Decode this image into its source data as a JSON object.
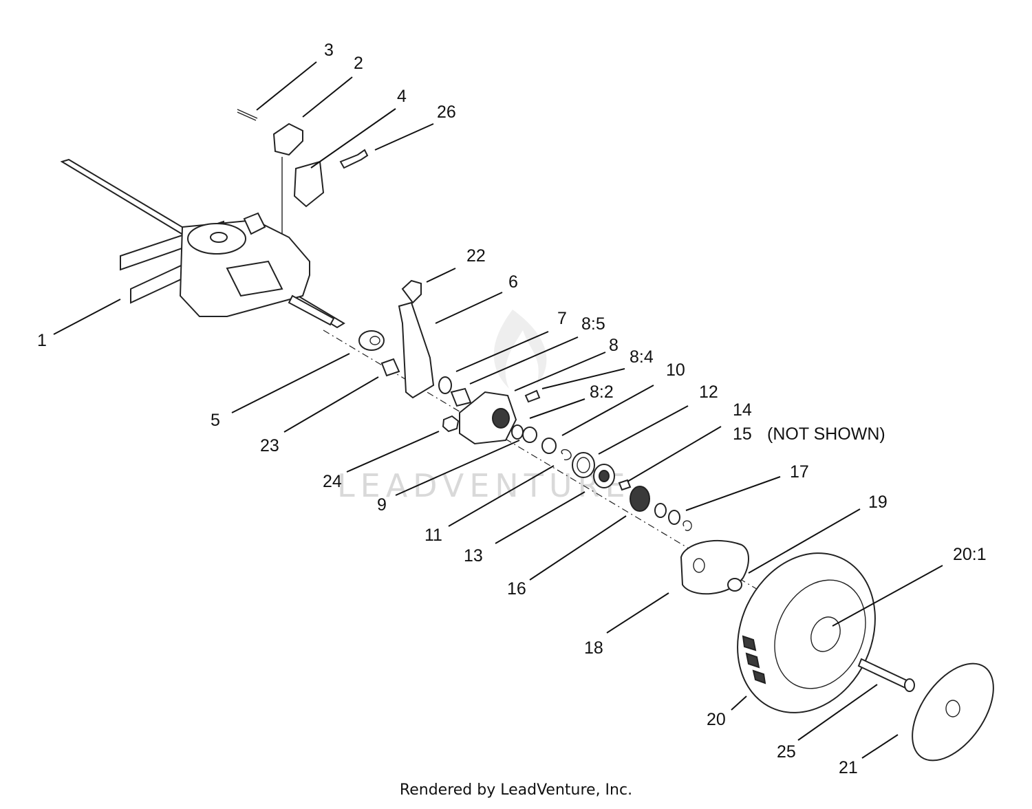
{
  "callouts": {
    "c1": "1",
    "c2": "2",
    "c3": "3",
    "c4": "4",
    "c5": "5",
    "c6": "6",
    "c7": "7",
    "c8": "8",
    "c8_2": "8:2",
    "c8_4": "8:4",
    "c8_5": "8:5",
    "c9": "9",
    "c10": "10",
    "c11": "11",
    "c12": "12",
    "c13": "13",
    "c14": "14",
    "c15": "15",
    "c15_note": "(NOT SHOWN)",
    "c16": "16",
    "c17": "17",
    "c18": "18",
    "c19": "19",
    "c20": "20",
    "c20_1": "20:1",
    "c21": "21",
    "c22": "22",
    "c23": "23",
    "c24": "24",
    "c25": "25",
    "c26": "26"
  },
  "watermark": "LEADVENTURE",
  "footer": "Rendered by LeadVenture, Inc.",
  "colors": {
    "ink": "#111111",
    "watermark": "#d9d9d9"
  }
}
